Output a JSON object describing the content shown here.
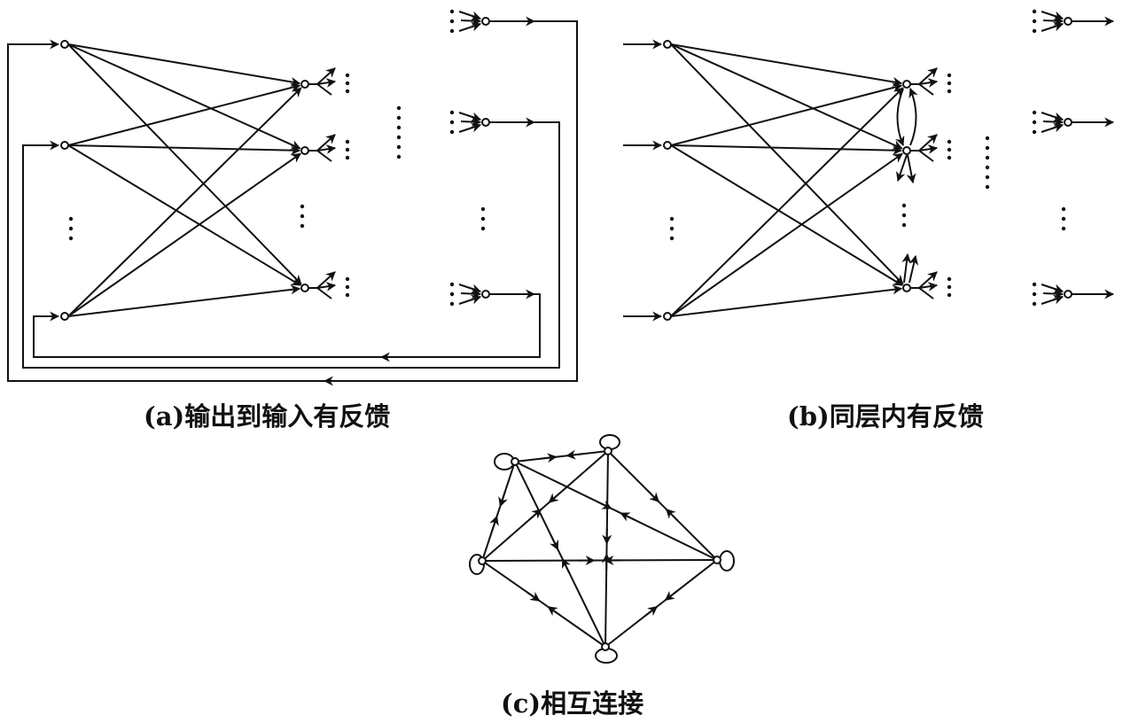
{
  "captions": {
    "a": "(a)输出到输入有反馈",
    "b": "(b)同层内有反馈",
    "c": "(c)相互连接"
  },
  "colors": {
    "ink": "#111111",
    "background": "#ffffff"
  }
}
